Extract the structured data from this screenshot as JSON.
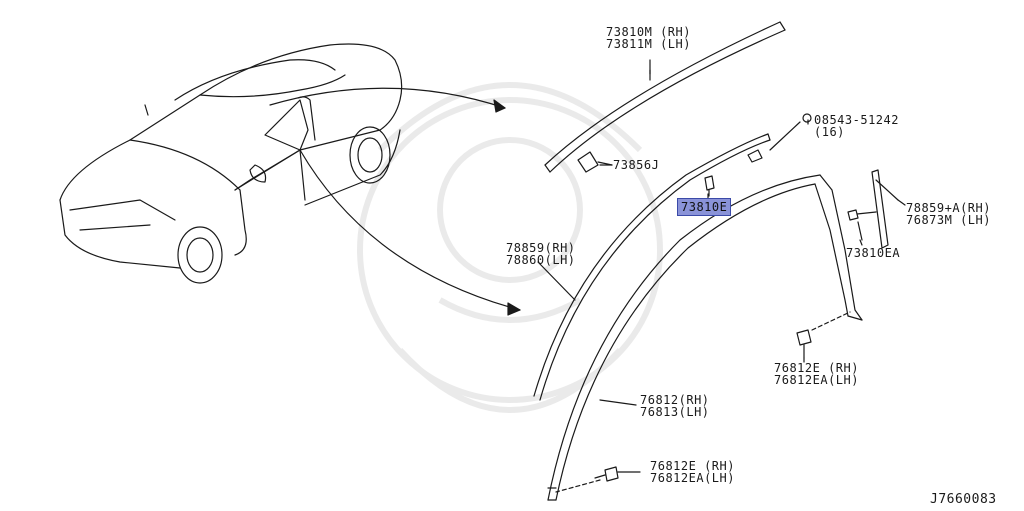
{
  "diagram_id": "J7660083",
  "highlight_color": "#8a93d8",
  "parts": {
    "p1": {
      "line1": "73810M (RH)",
      "line2": "73811M (LH)"
    },
    "p2": {
      "line1": "73856J"
    },
    "p3": {
      "line1": "08543-51242",
      "line2": "(16)"
    },
    "p4": {
      "line1": "73810E"
    },
    "p5": {
      "line1": "78859+A(RH)",
      "line2": "76873M (LH)"
    },
    "p6": {
      "line1": "73810EA"
    },
    "p7": {
      "line1": "78859(RH)",
      "line2": "78860(LH)"
    },
    "p8": {
      "line1": "76812E (RH)",
      "line2": "76812EA(LH)"
    },
    "p9": {
      "line1": "76812(RH)",
      "line2": "76813(LH)"
    },
    "p10": {
      "line1": "76812E (RH)",
      "line2": "76812EA(LH)"
    }
  }
}
